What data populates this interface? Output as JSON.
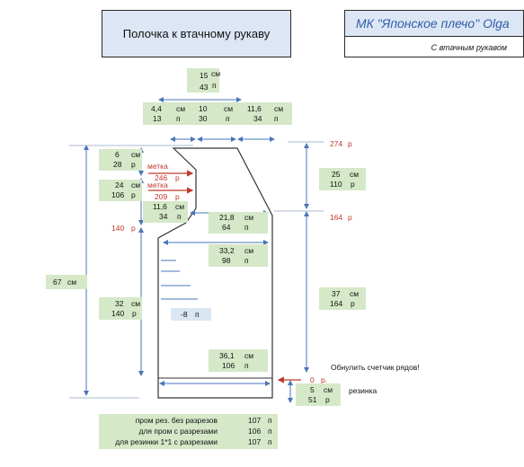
{
  "title": "Полочка к втачному рукаву",
  "brand": {
    "name": "МК \"Японское плечо\" Olga",
    "subtitle": "С втачным рукавом"
  },
  "units": {
    "cm": "см",
    "rows": "р",
    "sts": "п",
    "row_abbr": "р."
  },
  "top": {
    "neck": {
      "cm": "15",
      "st": "43"
    },
    "left": {
      "cm": "4,4",
      "st": "13"
    },
    "mid": {
      "cm": "10",
      "st": "30"
    },
    "right": {
      "cm": "11,6",
      "st": "34"
    }
  },
  "left_side": {
    "b1": {
      "cm": "6",
      "r": "28"
    },
    "marker1": {
      "label": "метка",
      "r": "246"
    },
    "b2": {
      "cm": "24",
      "r": "106"
    },
    "marker2": {
      "label": "метка",
      "r": "209"
    },
    "b3": {
      "cm": "11,6",
      "st": "34"
    },
    "r140": "140",
    "total_cm": "67",
    "b4": {
      "cm": "32",
      "r": "140"
    }
  },
  "inner": {
    "w1": {
      "cm": "21,8",
      "st": "64"
    },
    "w2": {
      "cm": "33,2",
      "st": "98"
    },
    "dec": "-8",
    "w3": {
      "cm": "36,1",
      "st": "106"
    }
  },
  "right_side": {
    "r274": "274",
    "b1": {
      "cm": "25",
      "r": "110"
    },
    "r164": "164",
    "b2": {
      "cm": "37",
      "r": "164"
    },
    "reset": "Обнулить счетчик рядов!",
    "zero": "0",
    "rib": {
      "cm": "5",
      "r": "51",
      "label": "резинка"
    }
  },
  "bottom_table": [
    {
      "label": "пром рез. без разрезов",
      "val": "107"
    },
    {
      "label": "для пром с разрезами",
      "val": "106"
    },
    {
      "label": "для резинки 1*1 с разрезами",
      "val": "107"
    }
  ],
  "colors": {
    "box_green": "#d5e8c8",
    "box_blue": "#dbe6f3",
    "arrow_blue": "#4a76b8",
    "arrow_red": "#c0392b"
  }
}
